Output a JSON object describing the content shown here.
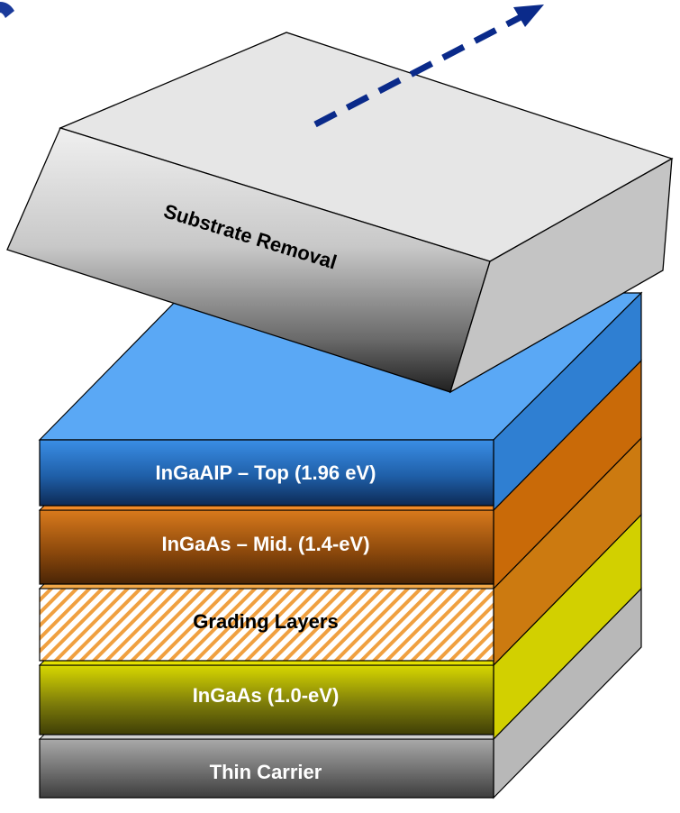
{
  "substrate": {
    "label": "Substrate Removal"
  },
  "layers": [
    {
      "label": "InGaAIP – Top  (1.96 eV)",
      "text_color": "#ffffff"
    },
    {
      "label": "InGaAs – Mid. (1.4-eV)",
      "text_color": "#ffffff"
    },
    {
      "label": "Grading Layers",
      "text_color": "#000000"
    },
    {
      "label": "InGaAs (1.0-eV)",
      "text_color": "#ffffff"
    },
    {
      "label": "Thin Carrier",
      "text_color": "#ffffff"
    }
  ],
  "colors": {
    "top_cell": "#2f86e0",
    "mid_cell": "#c86a10",
    "grading": "#f0a040",
    "bottom_cell": "#c8c400",
    "carrier": "#a0a0a0",
    "arrow": "#0a2a8a"
  }
}
